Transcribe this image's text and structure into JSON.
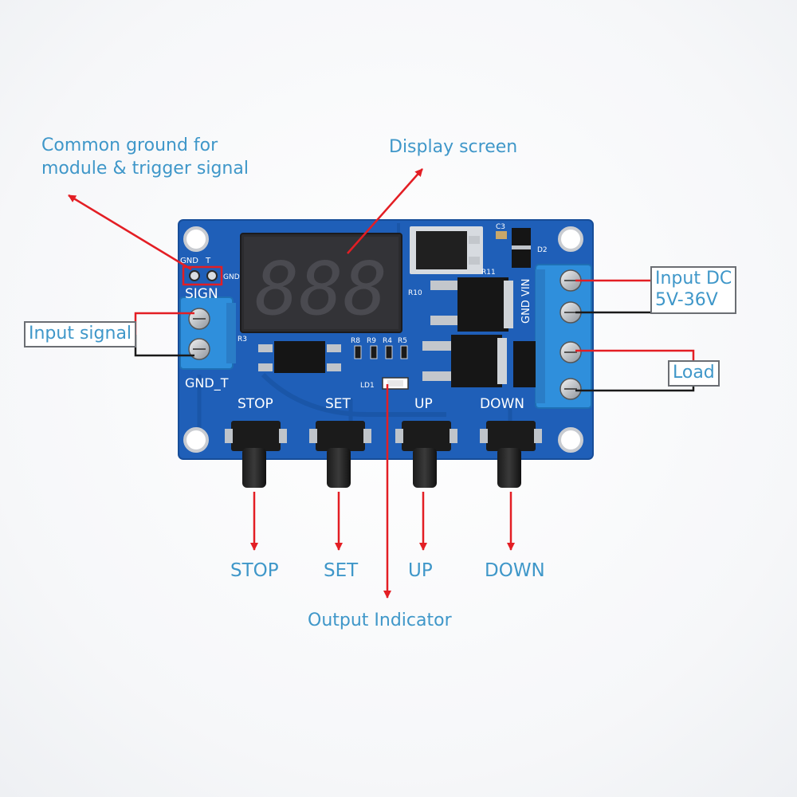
{
  "colors": {
    "label_text": "#3f97c9",
    "arrow": "#e31e24",
    "pcb": "#1f5fb8",
    "terminal": "#2f8fdc",
    "box_border": "#6b6e73"
  },
  "callouts": {
    "common_ground": [
      "Common ground for",
      "module & trigger signal"
    ],
    "display_screen": "Display screen",
    "input_signal": "Input signal",
    "input_dc": [
      "Input DC",
      "5V-36V"
    ],
    "load": "Load",
    "output_indicator": "Output Indicator",
    "buttons": [
      "STOP",
      "SET",
      "UP",
      "DOWN"
    ]
  },
  "board": {
    "display_digits": "888",
    "silk": {
      "gnd": "GND",
      "t_pin": "T",
      "gnd_right": "GND",
      "sign": "SIGN",
      "gnd_t": "GND_T",
      "r3": "R3",
      "r8": "R8",
      "r9": "R9",
      "r4": "R4",
      "r5": "R5",
      "ld1": "LD1",
      "r10": "R10",
      "r11": "R11",
      "c3": "C3",
      "d2": "D2",
      "gnd_vin": "GND VIN",
      "stop": "STOP",
      "set": "SET",
      "up": "UP",
      "down": "DOWN"
    }
  }
}
